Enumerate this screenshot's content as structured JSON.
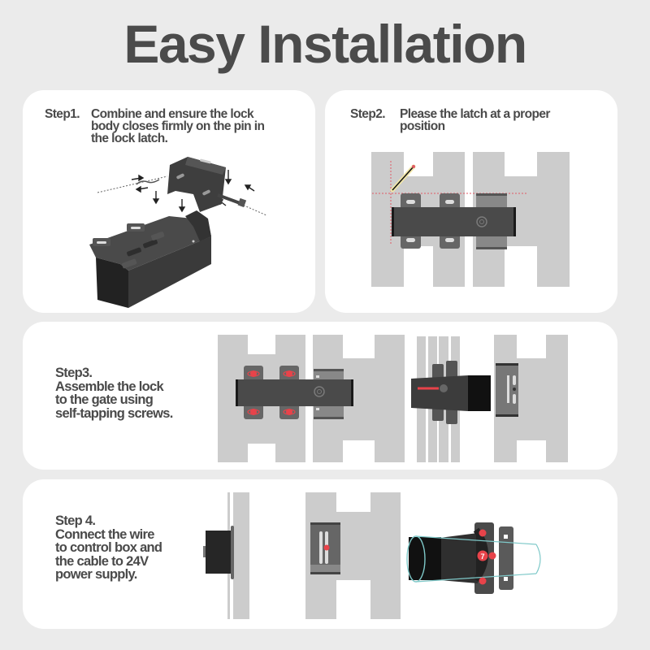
{
  "title": "Easy Installation",
  "colors": {
    "background": "#ebebeb",
    "panel": "#ffffff",
    "title_text": "#4b4b4b",
    "fence": "#cccccc",
    "lock_body": "#4a4a4a",
    "bracket": "#6a6a6a",
    "screw_red": "#e8434a",
    "guide_red": "#e05a66",
    "glass_outline": "#7fc9c9"
  },
  "steps": [
    {
      "id": "step1",
      "number": "Step1.",
      "text": "Combine and ensure the lock\nbody closes firmly on the pin in\nthe lock latch.",
      "illustration": "exploded-lock-assembly"
    },
    {
      "id": "step2",
      "number": "Step2.",
      "text": "Please the latch at a proper\nposition",
      "illustration": "latch-positioning-on-gate"
    },
    {
      "id": "step3",
      "number": "Step3.",
      "text": "Assemble the lock\nto the gate using\nself-tapping screws.",
      "illustration": "lock-mounted-with-screws"
    },
    {
      "id": "step4",
      "number": "Step 4.",
      "text": "Connect the wire\nto control box and\nthe cable to 24V\npower supply.",
      "illustration": "wiring-and-round-post-mount",
      "badge_number": "7"
    }
  ]
}
